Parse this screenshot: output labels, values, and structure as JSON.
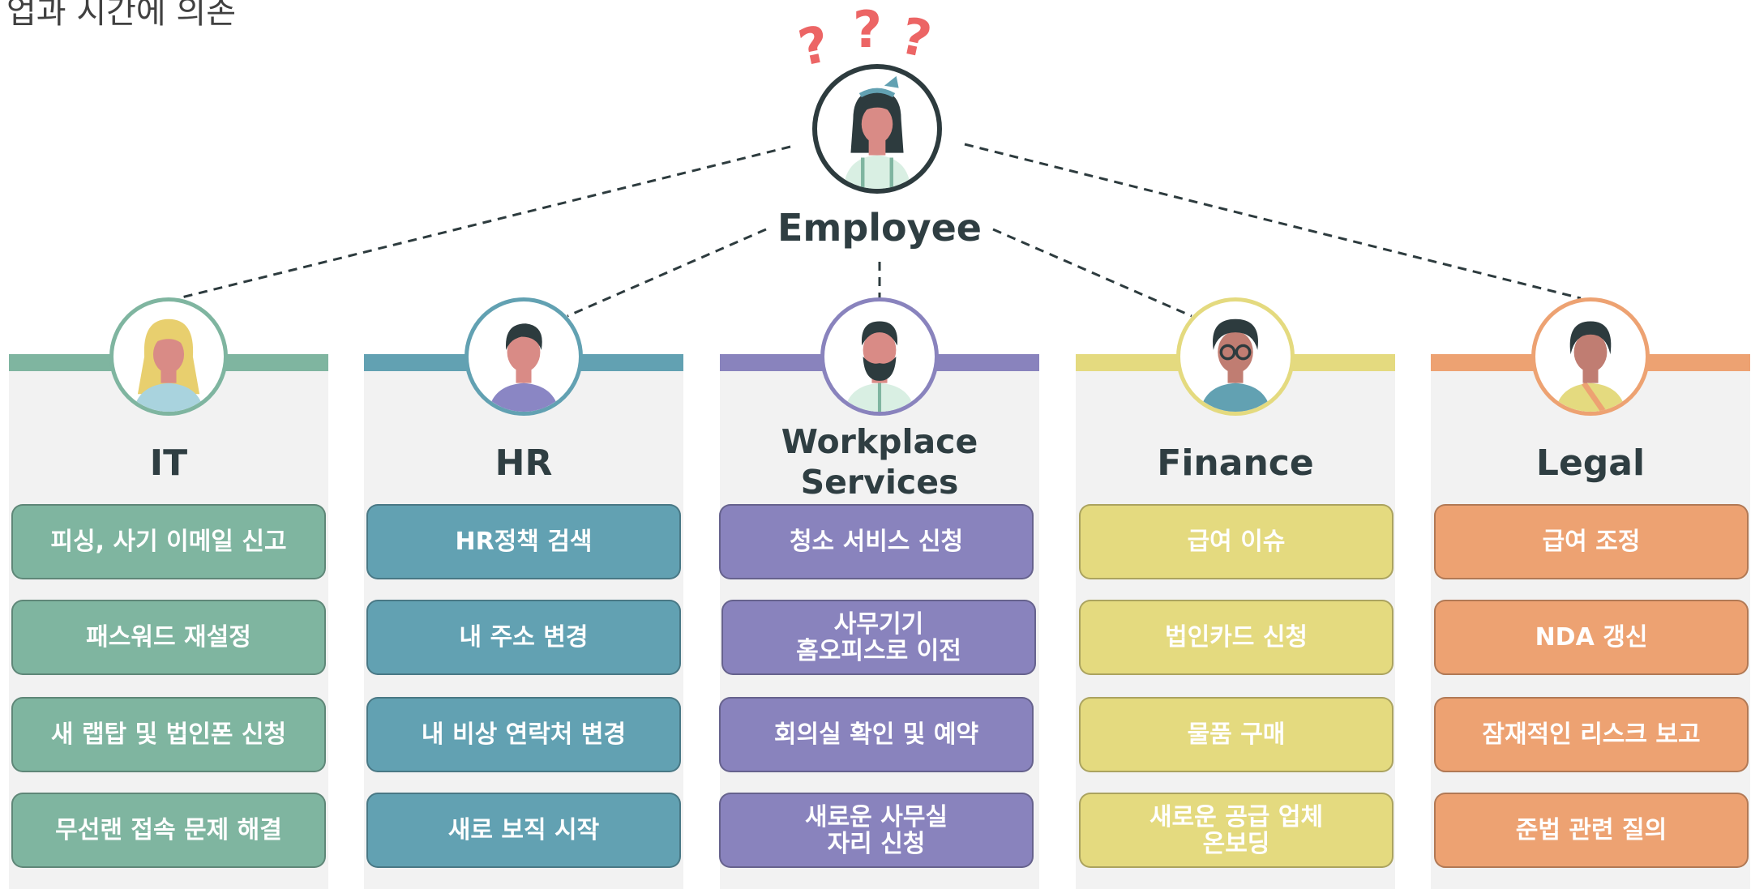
{
  "header_note": "∣업과 시간에 의존",
  "question_marks": [
    "?",
    "?",
    "?"
  ],
  "employee": {
    "label": "Employee"
  },
  "colors": {
    "IT": "#7fb5a0",
    "HR": "#62a1b2",
    "Workplace": "#8983bd",
    "Finance": "#e4da7f",
    "Legal": "#eda272",
    "question": "#ec6565",
    "text_dark": "#2f3e42"
  },
  "columns": [
    {
      "title": "IT",
      "tasks": [
        "피싱, 사기 이메일 신고",
        "패스워드 재설정",
        "새 랩탑 및 법인폰 신청",
        "무선랜 접속 문제 해결"
      ]
    },
    {
      "title": "HR",
      "tasks": [
        "HR정책 검색",
        "내 주소 변경",
        "내 비상 연락처 변경",
        "새로 보직 시작"
      ]
    },
    {
      "title": "Workplace\nServices",
      "tasks": [
        "청소 서비스 신청",
        "사무기기\n홈오피스로 이전",
        "회의실 확인 및 예약",
        "새로운 사무실\n자리 신청"
      ]
    },
    {
      "title": "Finance",
      "tasks": [
        "급여 이슈",
        "법인카드 신청",
        "물품 구매",
        "새로운 공급 업체\n온보딩"
      ]
    },
    {
      "title": "Legal",
      "tasks": [
        "급여 조정",
        "NDA 갱신",
        "잠재적인 리스크 보고",
        "준법 관련 질의"
      ]
    }
  ]
}
